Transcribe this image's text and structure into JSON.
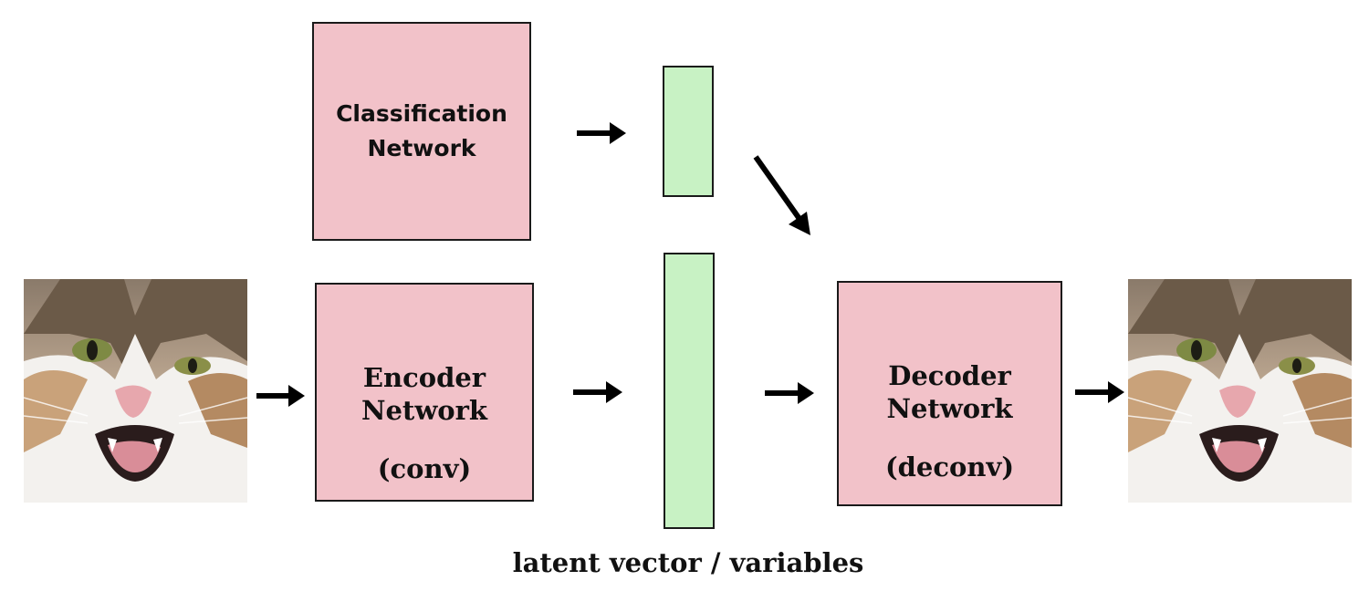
{
  "diagram": {
    "classification_box": {
      "line1": "Classification",
      "line2": "Network"
    },
    "encoder_box": {
      "line1": "Encoder",
      "line2": "Network",
      "line3": "(conv)"
    },
    "decoder_box": {
      "line1": "Decoder",
      "line2": "Network",
      "line3": "(deconv)"
    },
    "latent_caption": "latent vector / variables",
    "colors": {
      "network_box_fill": "#f2c2c9",
      "latent_vector_fill": "#c8f2c4",
      "arrow": "#000000"
    },
    "images": {
      "input": "cat-photo-input",
      "output": "cat-photo-reconstructed"
    }
  }
}
